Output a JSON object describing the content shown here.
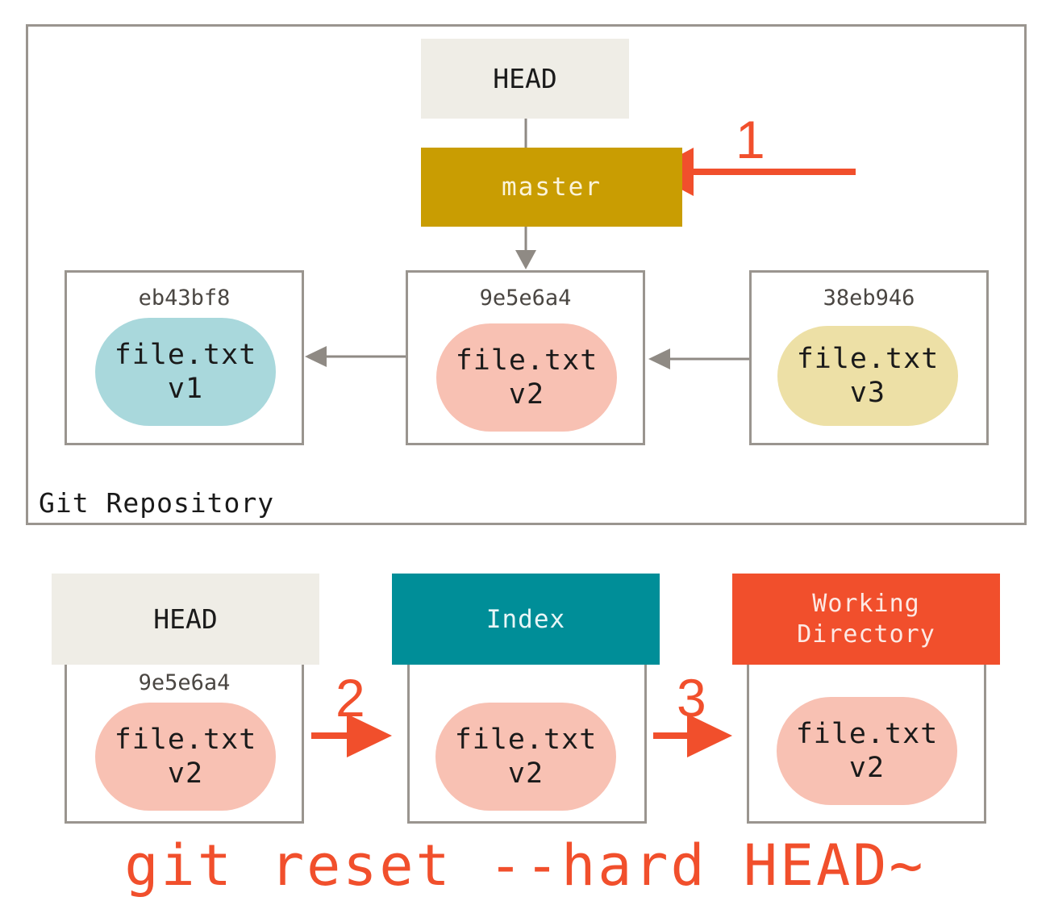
{
  "repository": {
    "label": "Git Repository",
    "head_label": "HEAD",
    "branch_label": "master",
    "commits": [
      {
        "hash": "eb43bf8",
        "file": "file.txt",
        "version": "v1"
      },
      {
        "hash": "9e5e6a4",
        "file": "file.txt",
        "version": "v2"
      },
      {
        "hash": "38eb946",
        "file": "file.txt",
        "version": "v3"
      }
    ]
  },
  "areas": [
    {
      "title": "HEAD",
      "hash": "9e5e6a4",
      "file": "file.txt",
      "version": "v2"
    },
    {
      "title": "Index",
      "file": "file.txt",
      "version": "v2"
    },
    {
      "title_line1": "Working",
      "title_line2": "Directory",
      "file": "file.txt",
      "version": "v2"
    }
  ],
  "steps": [
    "1",
    "2",
    "3"
  ],
  "command": "git reset --hard HEAD~",
  "colors": {
    "head": "#efede6",
    "branch": "#c99d02",
    "index": "#008e98",
    "working_directory": "#f14f2c",
    "blob_v1": "#a9d8dc",
    "blob_v2": "#f8c1b3",
    "blob_v3": "#ede0a6",
    "connector": "#8f8a84",
    "accent": "#f14f2c"
  }
}
